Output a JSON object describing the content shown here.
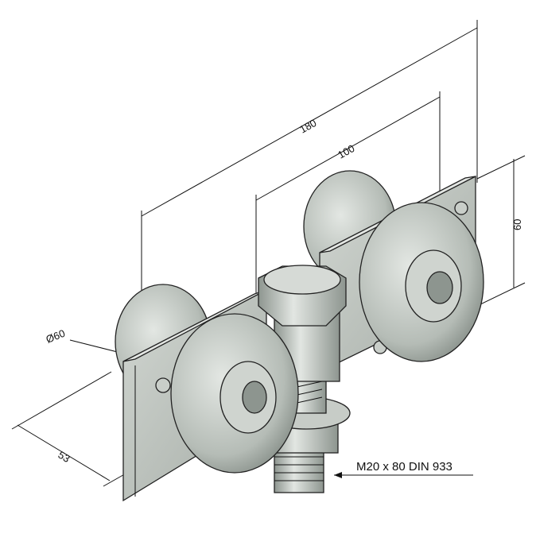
{
  "drawing": {
    "dimensions": {
      "overall_length": "180",
      "wheel_spacing": "100",
      "plate_height": "60",
      "wheel_diameter": "Ø60",
      "depth": "53"
    },
    "callout": "M20 x 80 DIN 933",
    "colors": {
      "metal": "#b9bfba",
      "metal_dark": "#7d857f",
      "metal_light": "#dfe3df",
      "line": "#111111"
    }
  }
}
